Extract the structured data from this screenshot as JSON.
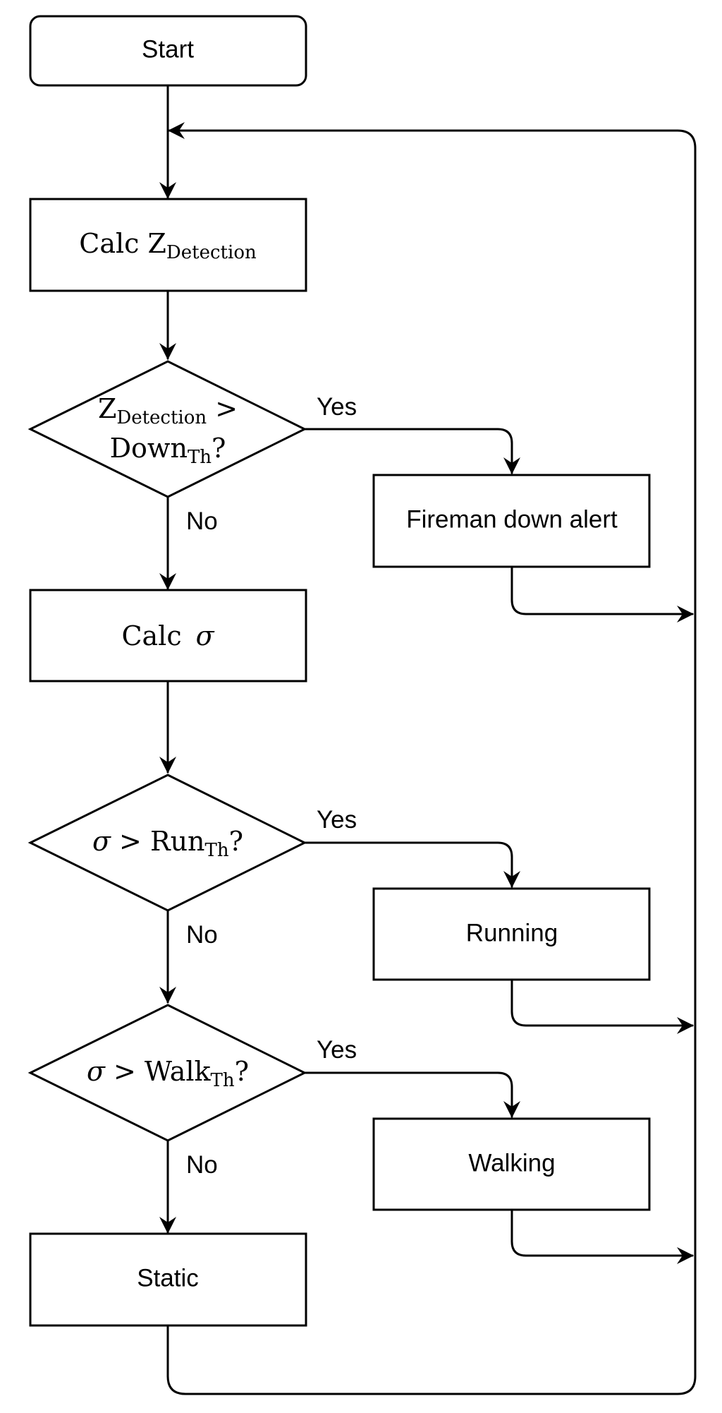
{
  "nodes": {
    "start": "Start",
    "calc_z": {
      "main": "Calc Z",
      "sub": "Detection"
    },
    "decision_down": {
      "line1_var": "Z",
      "line1_sub": "Detection",
      "line1_op": " >",
      "line2_var": "Down",
      "line2_sub": "Th",
      "line2_q": "?"
    },
    "fireman_down": "Fireman down alert",
    "calc_sigma": {
      "main": "Calc",
      "sym": "σ"
    },
    "decision_run": {
      "sym": "σ",
      "op": " > Run",
      "sub": "Th",
      "q": "?"
    },
    "running": "Running",
    "decision_walk": {
      "sym": "σ",
      "op": " > Walk",
      "sub": "Th",
      "q": "?"
    },
    "walking": "Walking",
    "static": "Static"
  },
  "edge_labels": {
    "down_yes": "Yes",
    "down_no": "No",
    "run_yes": "Yes",
    "run_no": "No",
    "walk_yes": "Yes",
    "walk_no": "No"
  }
}
